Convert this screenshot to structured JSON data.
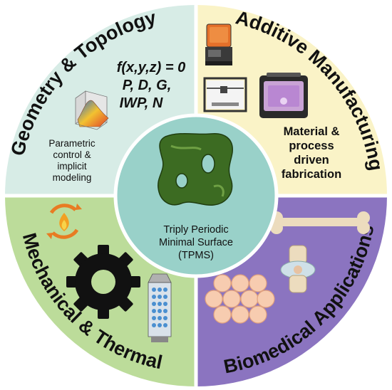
{
  "center": {
    "line1": "Triply Periodic",
    "line2": "Minimal Surface",
    "line3": "(TPMS)",
    "fill": "#99d1c9"
  },
  "quadrants": {
    "geometry": {
      "title": "Geometry & Topology",
      "fill": "#d7ece6",
      "formula_1": "f(x,y,z) = 0",
      "formula_2": "P, D, G,",
      "formula_3": "IWP, N",
      "note_1": "Parametric",
      "note_2": "control &",
      "note_3": "implicit",
      "note_4": "modeling"
    },
    "additive": {
      "title": "Additive Manufacturing",
      "fill": "#faf3c7",
      "note_1": "Material &",
      "note_2": "process",
      "note_3": "driven",
      "note_4": "fabrication"
    },
    "mechanical": {
      "title": "Mechanical & Thermal",
      "fill": "#bcdc9a"
    },
    "biomedical": {
      "title": "Biomedical Applications",
      "fill": "#8b74c0"
    }
  },
  "icons": [
    "surface-plot-icon",
    "printer-icon",
    "flame-cycle-icon",
    "gear-icon",
    "heat-exchanger-icon",
    "bone-icon",
    "knee-joint-icon",
    "cells-icon",
    "tpms-structure-icon"
  ]
}
